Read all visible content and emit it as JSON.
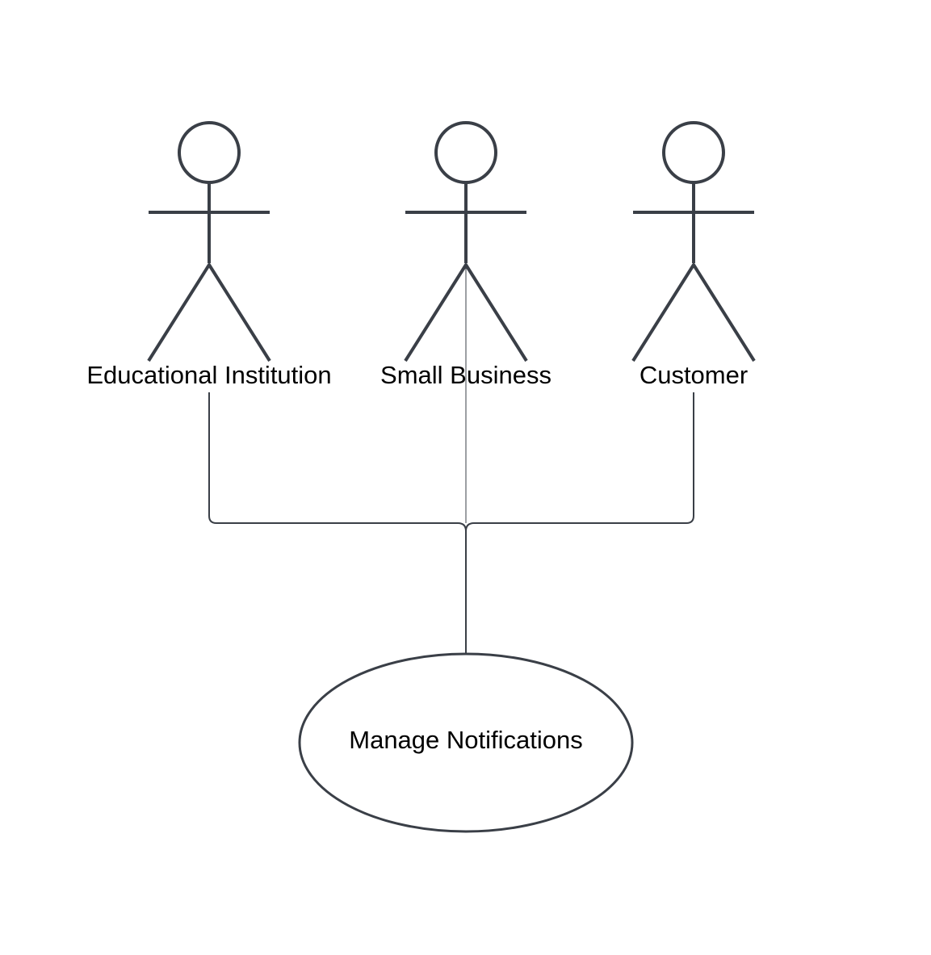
{
  "diagram": {
    "type": "use-case",
    "actors": [
      {
        "label": "Educational Institution"
      },
      {
        "label": "Small Business"
      },
      {
        "label": "Customer"
      }
    ],
    "use_case": {
      "label": "Manage Notifications"
    },
    "colors": {
      "line": "#3a3f47",
      "text": "#000000",
      "background": "#ffffff"
    }
  }
}
